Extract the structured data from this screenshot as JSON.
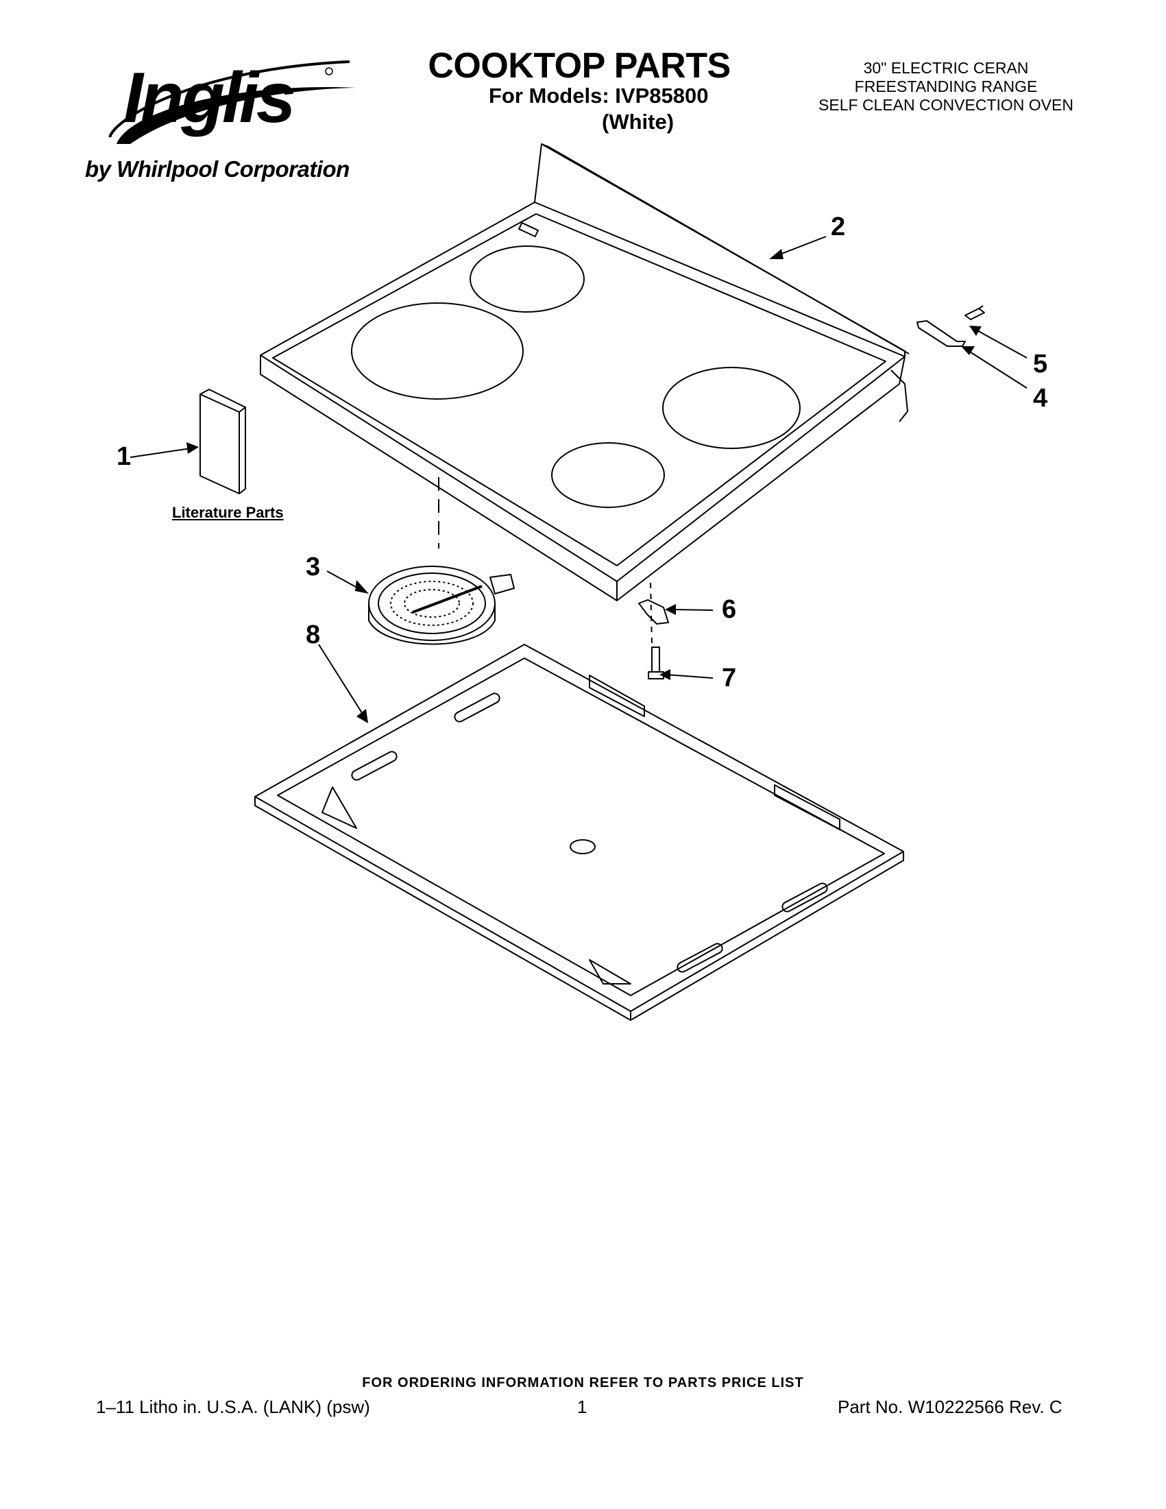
{
  "header": {
    "brand_logo_text": "Inglis",
    "byline": "by Whirlpool Corporation",
    "title": "COOKTOP PARTS",
    "models_label": "For Models: IVP85800",
    "variant": "(White)",
    "description_lines": [
      "30\" ELECTRIC CERAN",
      "FREESTANDING RANGE",
      "SELF CLEAN CONVECTION OVEN"
    ]
  },
  "diagram": {
    "callouts": [
      "1",
      "2",
      "3",
      "4",
      "5",
      "6",
      "7",
      "8"
    ],
    "literature_label": "Literature Parts"
  },
  "footer": {
    "order_note": "FOR ORDERING INFORMATION REFER TO PARTS PRICE LIST",
    "litho": "1–11 Litho in. U.S.A. (LANK) (psw)",
    "page_number": "1",
    "part_number": "Part No. W10222566 Rev. C"
  }
}
